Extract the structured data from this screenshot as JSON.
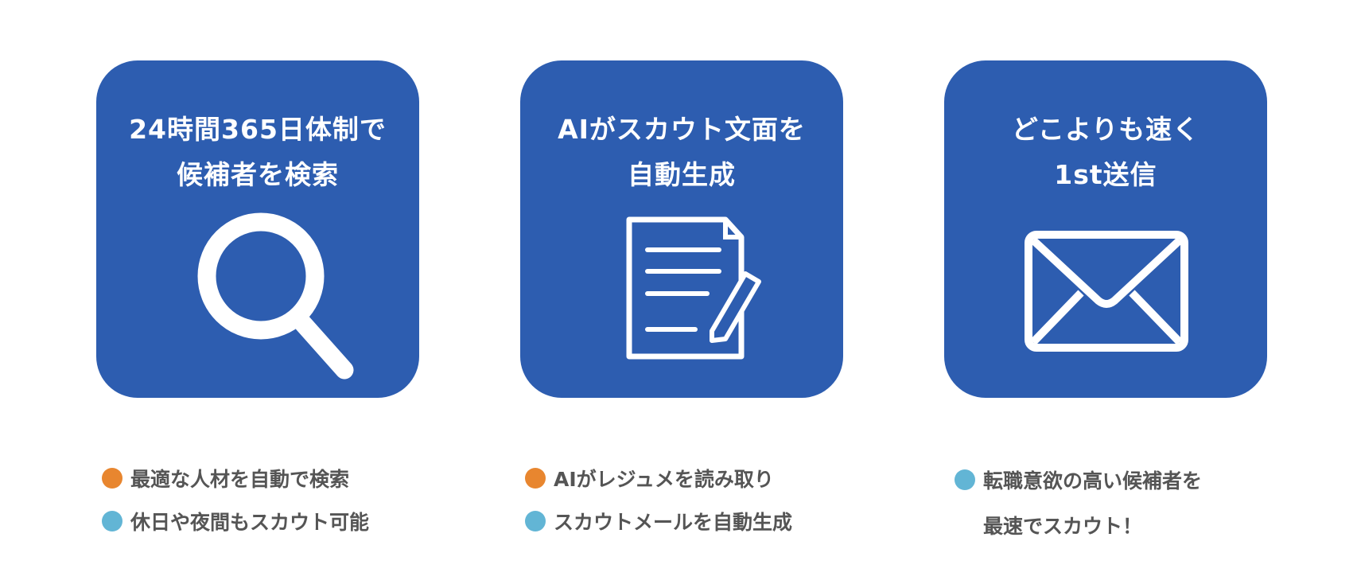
{
  "colors": {
    "card": "#2d5db0",
    "orange": "#e8862f",
    "blue": "#62b5d5",
    "text": "#555555"
  },
  "cards": [
    {
      "line1": "24時間365日体制で",
      "line2": "候補者を検索",
      "icon": "search-icon"
    },
    {
      "line1": "AIがスカウト文面を",
      "line2": "自動生成",
      "icon": "document-pen-icon"
    },
    {
      "line1": "どこよりも速く",
      "line2": "1st送信",
      "icon": "envelope-icon"
    }
  ],
  "bullets": [
    [
      "最適な人材を自動で検索",
      "休日や夜間もスカウト可能"
    ],
    [
      "AIがレジュメを読み取り",
      "スカウトメールを自動生成"
    ],
    [
      "転職意欲の高い候補者を",
      "最速でスカウト！"
    ]
  ]
}
